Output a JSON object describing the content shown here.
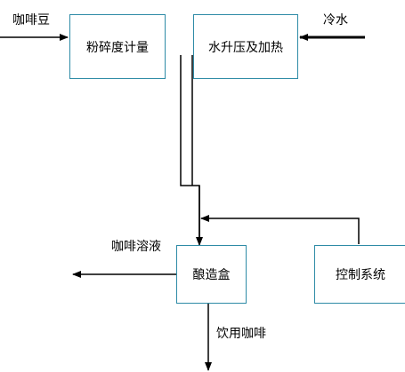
{
  "colors": {
    "box_border": "#2e8ba6",
    "line": "#000000",
    "text": "#000000"
  },
  "nodes": {
    "grinder": "粉碎度计量",
    "heater": "水升压及加热",
    "brew_box": "酿造盒",
    "control": "控制系统"
  },
  "labels": {
    "coffee_beans": "咖啡豆",
    "cold_water": "冷水",
    "coffee_solution": "咖啡溶液",
    "drink_coffee": "饮用咖啡"
  }
}
